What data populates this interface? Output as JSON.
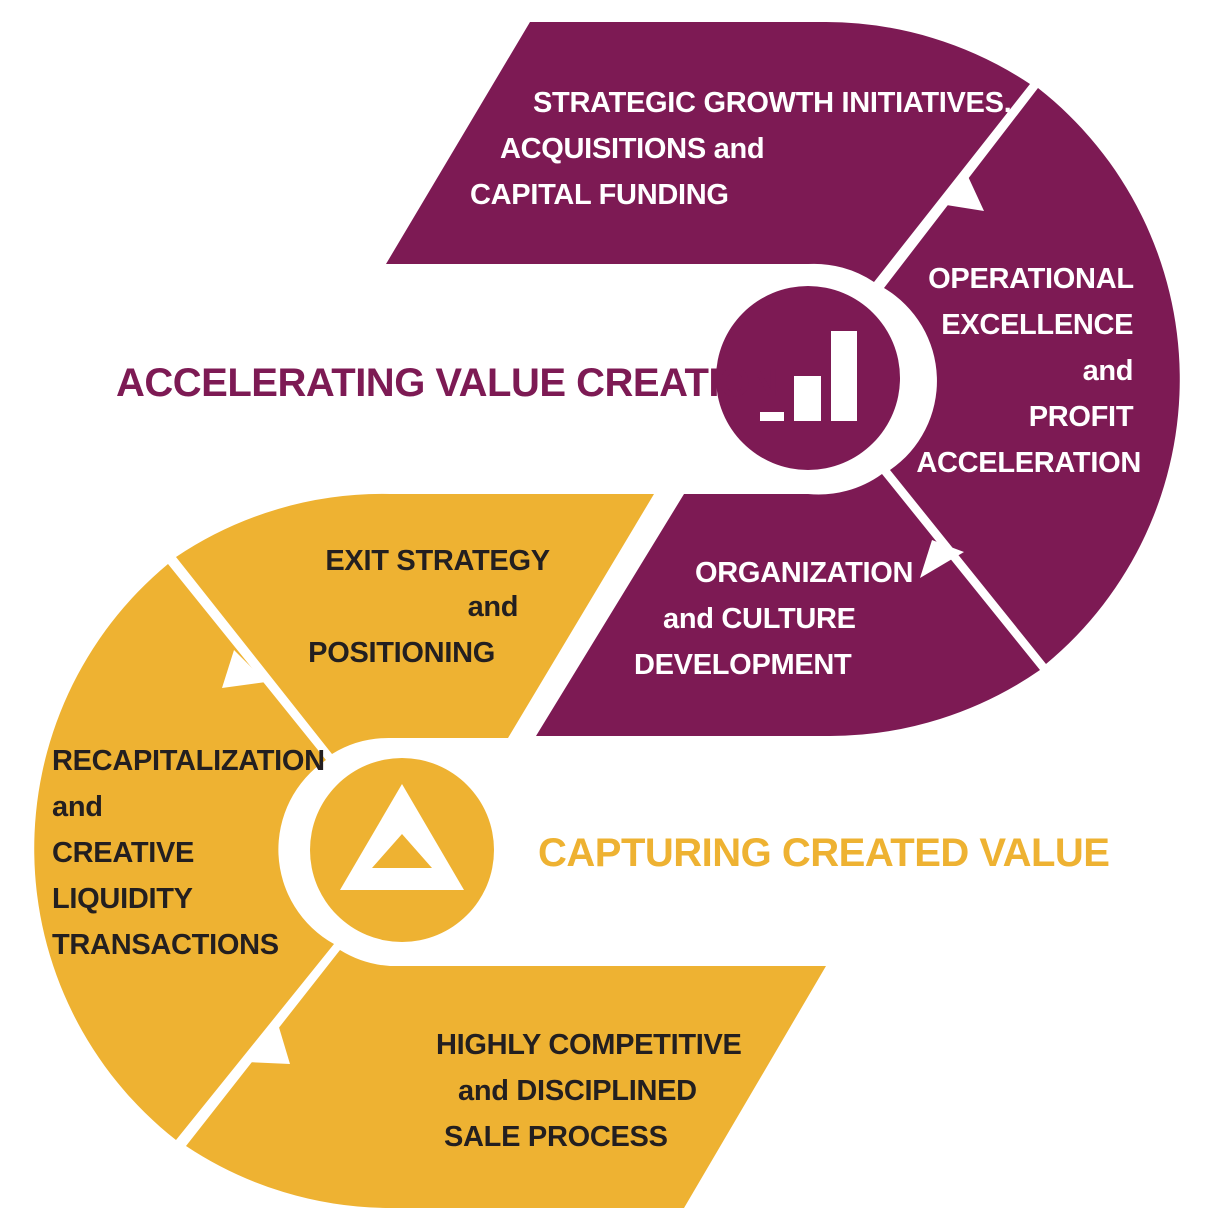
{
  "colors": {
    "purple": "#7d1a54",
    "gold": "#eeb232",
    "white": "#ffffff",
    "dark_text": "#231f20"
  },
  "titles": {
    "accelerating": "ACCELERATING VALUE CREATION",
    "capturing": "CAPTURING CREATED VALUE"
  },
  "segments": {
    "strategic": [
      "STRATEGIC GROWTH INITIATIVES,",
      "ACQUISITIONS and",
      "CAPITAL FUNDING"
    ],
    "operational": [
      "OPERATIONAL",
      "EXCELLENCE",
      "and",
      "PROFIT",
      "ACCELERATION"
    ],
    "organization": [
      "ORGANIZATION",
      "and CULTURE",
      "DEVELOPMENT"
    ],
    "exit": [
      "EXIT STRATEGY",
      "and",
      "POSITIONING"
    ],
    "recap": [
      "RECAPITALIZATION",
      "and",
      "CREATIVE",
      "LIQUIDITY",
      "TRANSACTIONS"
    ],
    "sale": [
      "HIGHLY COMPETITIVE",
      "and DISCIPLINED",
      "SALE PROCESS"
    ]
  },
  "icons": {
    "top_hub": "bar-chart-icon",
    "bottom_hub": "triangle-icon"
  }
}
